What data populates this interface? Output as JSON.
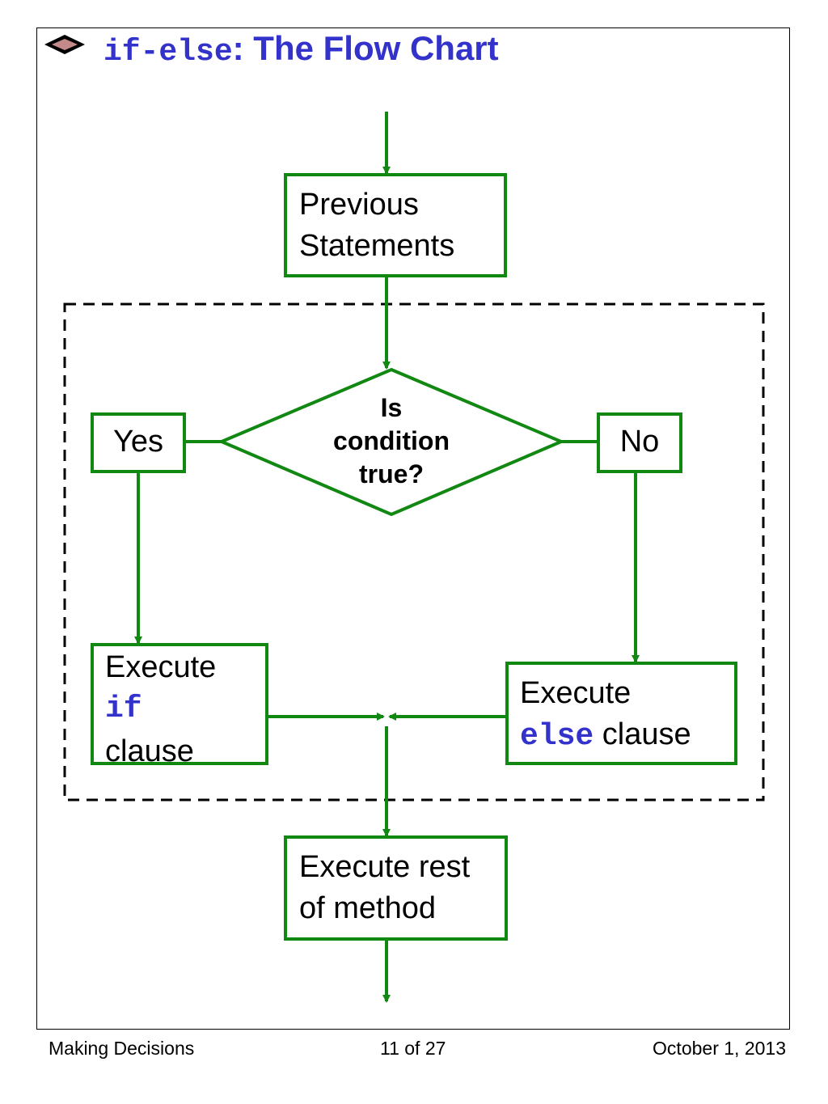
{
  "slide": {
    "title_code": "if-else",
    "title_rest": ": The Flow Chart"
  },
  "flowchart": {
    "previous": {
      "line1": "Previous",
      "line2": "Statements"
    },
    "decision": {
      "line1": "Is",
      "line2": "condition",
      "line3": "true?"
    },
    "yes_label": "Yes",
    "no_label": "No",
    "if_box": {
      "line1": "Execute",
      "code": "if",
      "line3": "clause"
    },
    "else_box": {
      "line1": "Execute",
      "code": "else",
      "line2_rest": " clause"
    },
    "rest_box": {
      "line1": "Execute rest",
      "line2": "of method"
    }
  },
  "footer": {
    "left": "Making Decisions",
    "center": "11 of 27",
    "right": "October 1, 2013"
  },
  "colors": {
    "flow_green": "#118811",
    "title_blue": "#3333cc",
    "dashed_border": "#000000"
  },
  "icons": {
    "bullet": "diamond-bullet-icon"
  }
}
